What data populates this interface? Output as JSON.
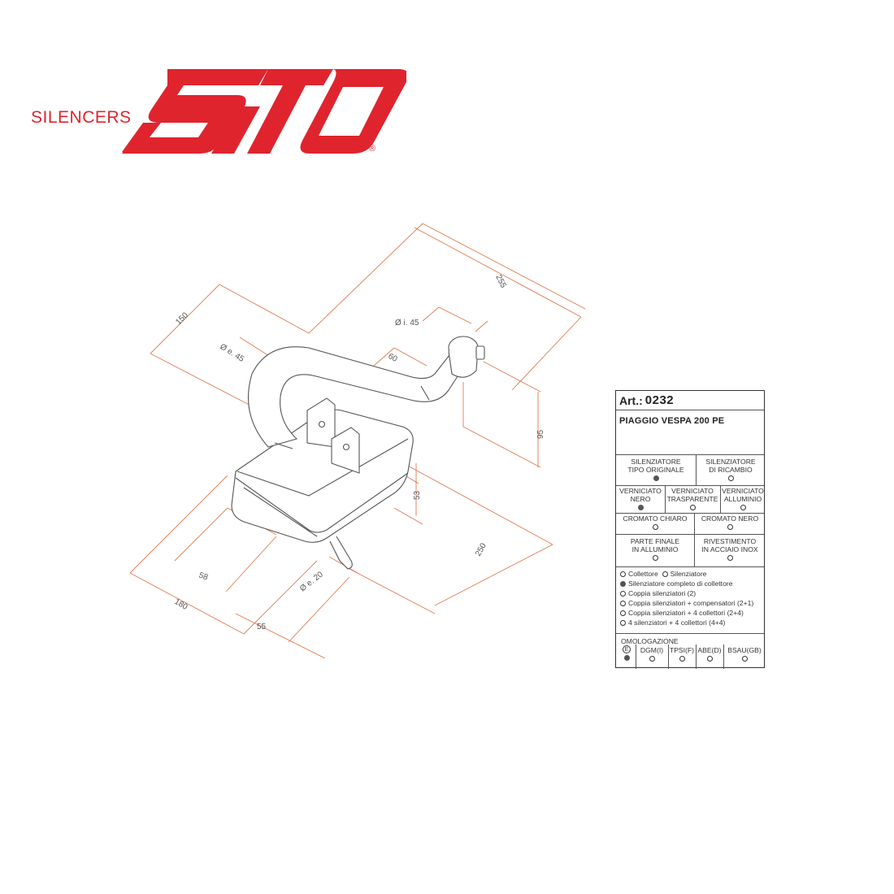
{
  "brand": {
    "tagline": "SILENCERS",
    "name": "SITO",
    "registered": "®",
    "color": "#e0242e"
  },
  "drawing": {
    "line_color": "#e07a50",
    "dimensions": {
      "d255": "255",
      "d150": "150",
      "dia_i45": "Ø i. 45",
      "dia_e45": "Ø e. 45",
      "d60": "60",
      "d95": "95",
      "d53": "53",
      "d250": "250",
      "d58": "58",
      "d180": "180",
      "d55": "55",
      "dia_e20": "Ø e. 20"
    }
  },
  "card": {
    "art_label": "Art.:",
    "art_number": "0232",
    "model": "PIAGGIO VESPA 200 PE",
    "type_options": [
      {
        "label1": "SILENZIATORE",
        "label2": "TIPO ORIGINALE",
        "selected": true
      },
      {
        "label1": "SILENZIATORE",
        "label2": "DI RICAMBIO",
        "selected": false
      }
    ],
    "finish_options": [
      {
        "label1": "VERNICIATO",
        "label2": "NERO",
        "selected": true
      },
      {
        "label1": "VERNICIATO",
        "label2": "TRASPARENTE",
        "selected": false
      },
      {
        "label1": "VERNICIATO",
        "label2": "ALLUMINIO",
        "selected": false
      }
    ],
    "chrome_options": [
      {
        "label": "CROMATO CHIARO"
      },
      {
        "label": "CROMATO NERO"
      }
    ],
    "extra_options": [
      {
        "label1": "PARTE FINALE",
        "label2": "IN ALLUMINIO",
        "selected": false
      },
      {
        "label1": "RIVESTIMENTO",
        "label2": "IN ACCIAIO INOX",
        "selected": false
      }
    ],
    "components": {
      "collettore": "Collettore",
      "silenziatore": "Silenziatore",
      "list": [
        {
          "label": "Silenziatore completo di collettore",
          "selected": true
        },
        {
          "label": "Coppia silenziatori (2)",
          "selected": false
        },
        {
          "label": "Coppia silenziatori + compensatori (2+1)",
          "selected": false
        },
        {
          "label": "Coppia silenziatori + 4 collettori (2+4)",
          "selected": false
        },
        {
          "label": "4 silenziatori + 4 collettori (4+4)",
          "selected": false
        }
      ]
    },
    "homologation": {
      "label": "OMOLOGAZIONE",
      "e_mark": "E",
      "options": [
        {
          "label": "DGM(I)"
        },
        {
          "label": "TPSI(F)"
        },
        {
          "label": "ABE(D)"
        },
        {
          "label": "BSAU(GB)"
        }
      ]
    }
  }
}
